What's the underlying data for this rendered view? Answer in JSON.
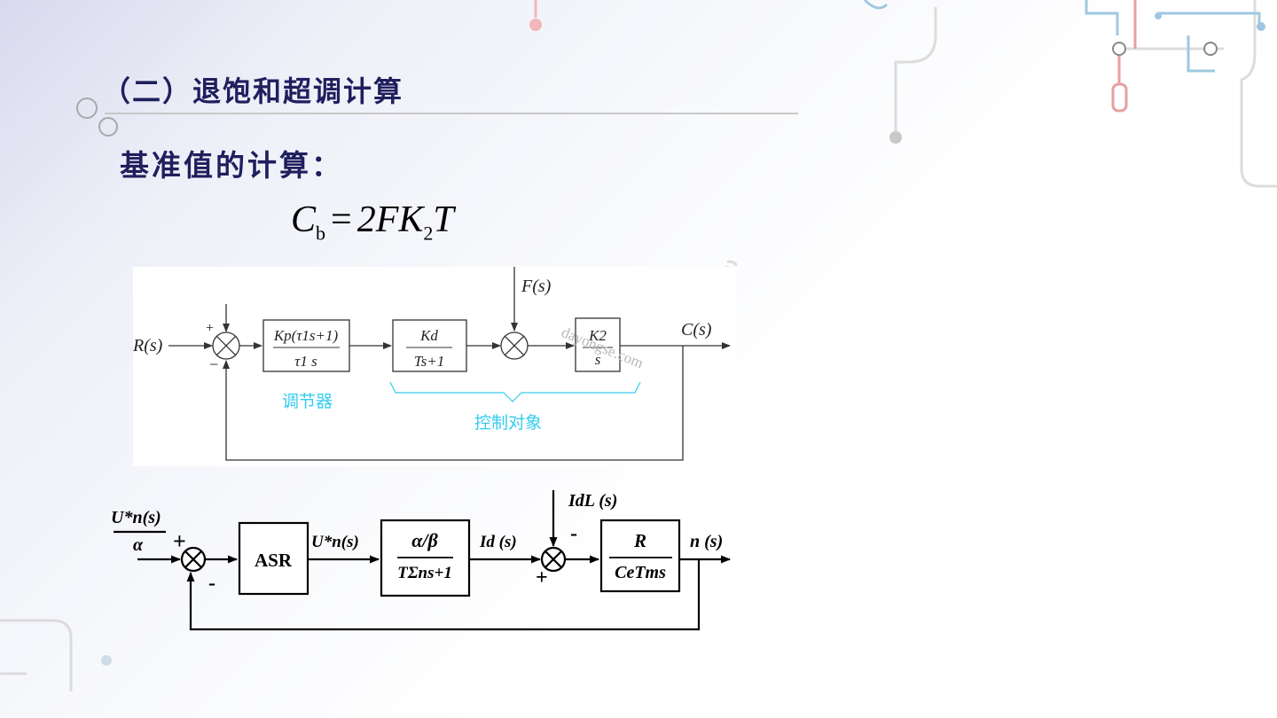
{
  "slide": {
    "title": "（二）退饱和超调计算",
    "subtitle": "基准值的计算："
  },
  "formula": {
    "lhs": "C",
    "lhs_sub": "b",
    "eq": "=",
    "rhs_coef": "2FK",
    "rhs_sub": "2",
    "rhs_tail": "T"
  },
  "diagram1": {
    "input": "R(s)",
    "disturbance": "F(s)",
    "output": "C(s)",
    "plus": "+",
    "minus": "−",
    "block1": {
      "num": "Kp(τ1s+1)",
      "den": "τ1 s"
    },
    "block2": {
      "num": "Kd",
      "den": "Ts+1"
    },
    "block3": {
      "num": "K2",
      "den": "s"
    },
    "label_regulator": "调节器",
    "label_plant": "控制对象",
    "watermark": "dayongse.com"
  },
  "diagram2": {
    "input_num": "U*n(s)",
    "input_den": "α",
    "plus1": "+",
    "minus1": "-",
    "asr": "ASR",
    "asr_out": "U*n(s)",
    "block2": {
      "num": "α/β",
      "den": "TΣns+1"
    },
    "id_label": "Id (s)",
    "disturbance": "IdL (s)",
    "minus2": "-",
    "plus2": "+",
    "block3": {
      "num": "R",
      "den": "CeTms"
    },
    "output": "n (s)"
  },
  "colors": {
    "title": "#1f1f5e",
    "annotation": "#33ccee",
    "line": "#000000"
  }
}
